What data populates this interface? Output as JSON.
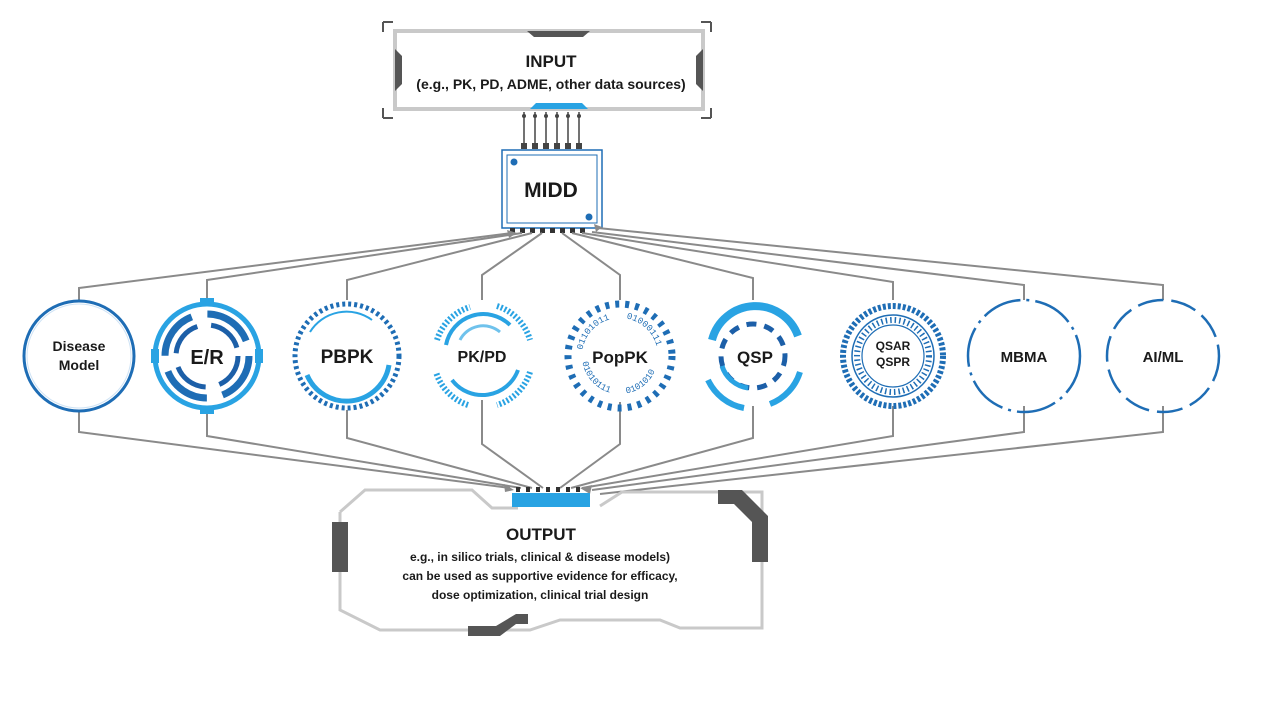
{
  "input": {
    "title": "INPUT",
    "subtitle": "(e.g., PK, PD, ADME, other data sources)"
  },
  "hub": {
    "label": "MIDD"
  },
  "models": [
    {
      "id": "disease-model",
      "lines": [
        "Disease",
        "Model"
      ]
    },
    {
      "id": "er",
      "lines": [
        "E/R"
      ]
    },
    {
      "id": "pbpk",
      "lines": [
        "PBPK"
      ]
    },
    {
      "id": "pkpd",
      "lines": [
        "PK/PD"
      ]
    },
    {
      "id": "poppk",
      "lines": [
        "PopPK"
      ]
    },
    {
      "id": "qsp",
      "lines": [
        "QSP"
      ]
    },
    {
      "id": "qsar-qspr",
      "lines": [
        "QSAR",
        "QSPR"
      ]
    },
    {
      "id": "mbma",
      "lines": [
        "MBMA"
      ]
    },
    {
      "id": "ai-ml",
      "lines": [
        "AI/ML"
      ]
    }
  ],
  "poppk_ring_text": [
    "01101011",
    "01000111",
    "01010111",
    "0101010"
  ],
  "output": {
    "title": "OUTPUT",
    "lines": [
      "e.g., in silico trials, clinical & disease models)",
      "can be used as supportive evidence for efficacy,",
      "dose optimization, clinical trial design"
    ]
  },
  "colors": {
    "primary_blue": "#1e6db5",
    "light_blue": "#29a3e3",
    "dark_blue": "#1c5fa8",
    "connector": "#8a8a8a",
    "frame_dark": "#555555",
    "text": "#1a1a1a"
  }
}
